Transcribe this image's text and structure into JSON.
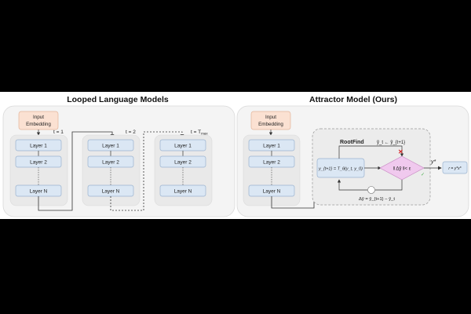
{
  "left_panel": {
    "title": "Looped Language Models",
    "input_embedding": [
      "Input",
      "Embedding"
    ],
    "t1": "t = 1",
    "t2": "t = 2",
    "tmax": "t = T",
    "tmax_sub": "max",
    "layers": [
      "Layer 1",
      "Layer 2",
      "Layer N"
    ]
  },
  "right_panel": {
    "title": "Attractor Model (Ours)",
    "input_embedding": [
      "Input",
      "Embedding"
    ],
    "layers": [
      "Layer 1",
      "Layer 2",
      "Layer N"
    ],
    "rootfind_label": "RootFind",
    "update_label": "ỹ_t ← ỹ_{t+1}",
    "equation": "y_{t+1} = T_θ(y_t, y_0)",
    "condition": "‖ Δỹ ‖< ε",
    "delta": "Δỹ = ỹ_{t+1} − ỹ_t",
    "output_label": "y*",
    "output_box": "r = y*x*",
    "reject_symbol": "✕",
    "accept_symbol": "✓"
  },
  "colors": {
    "layer_fill": "#dbe7f4",
    "layer_stroke": "#9ab3cf",
    "embed_fill": "#fbe1d2",
    "embed_stroke": "#e3b49a",
    "panel_fill": "#f3f3f3",
    "group_fill": "#ececec",
    "diamond_fill": "#f0c9ee",
    "reject": "#d62828",
    "accept": "#4caf50"
  }
}
